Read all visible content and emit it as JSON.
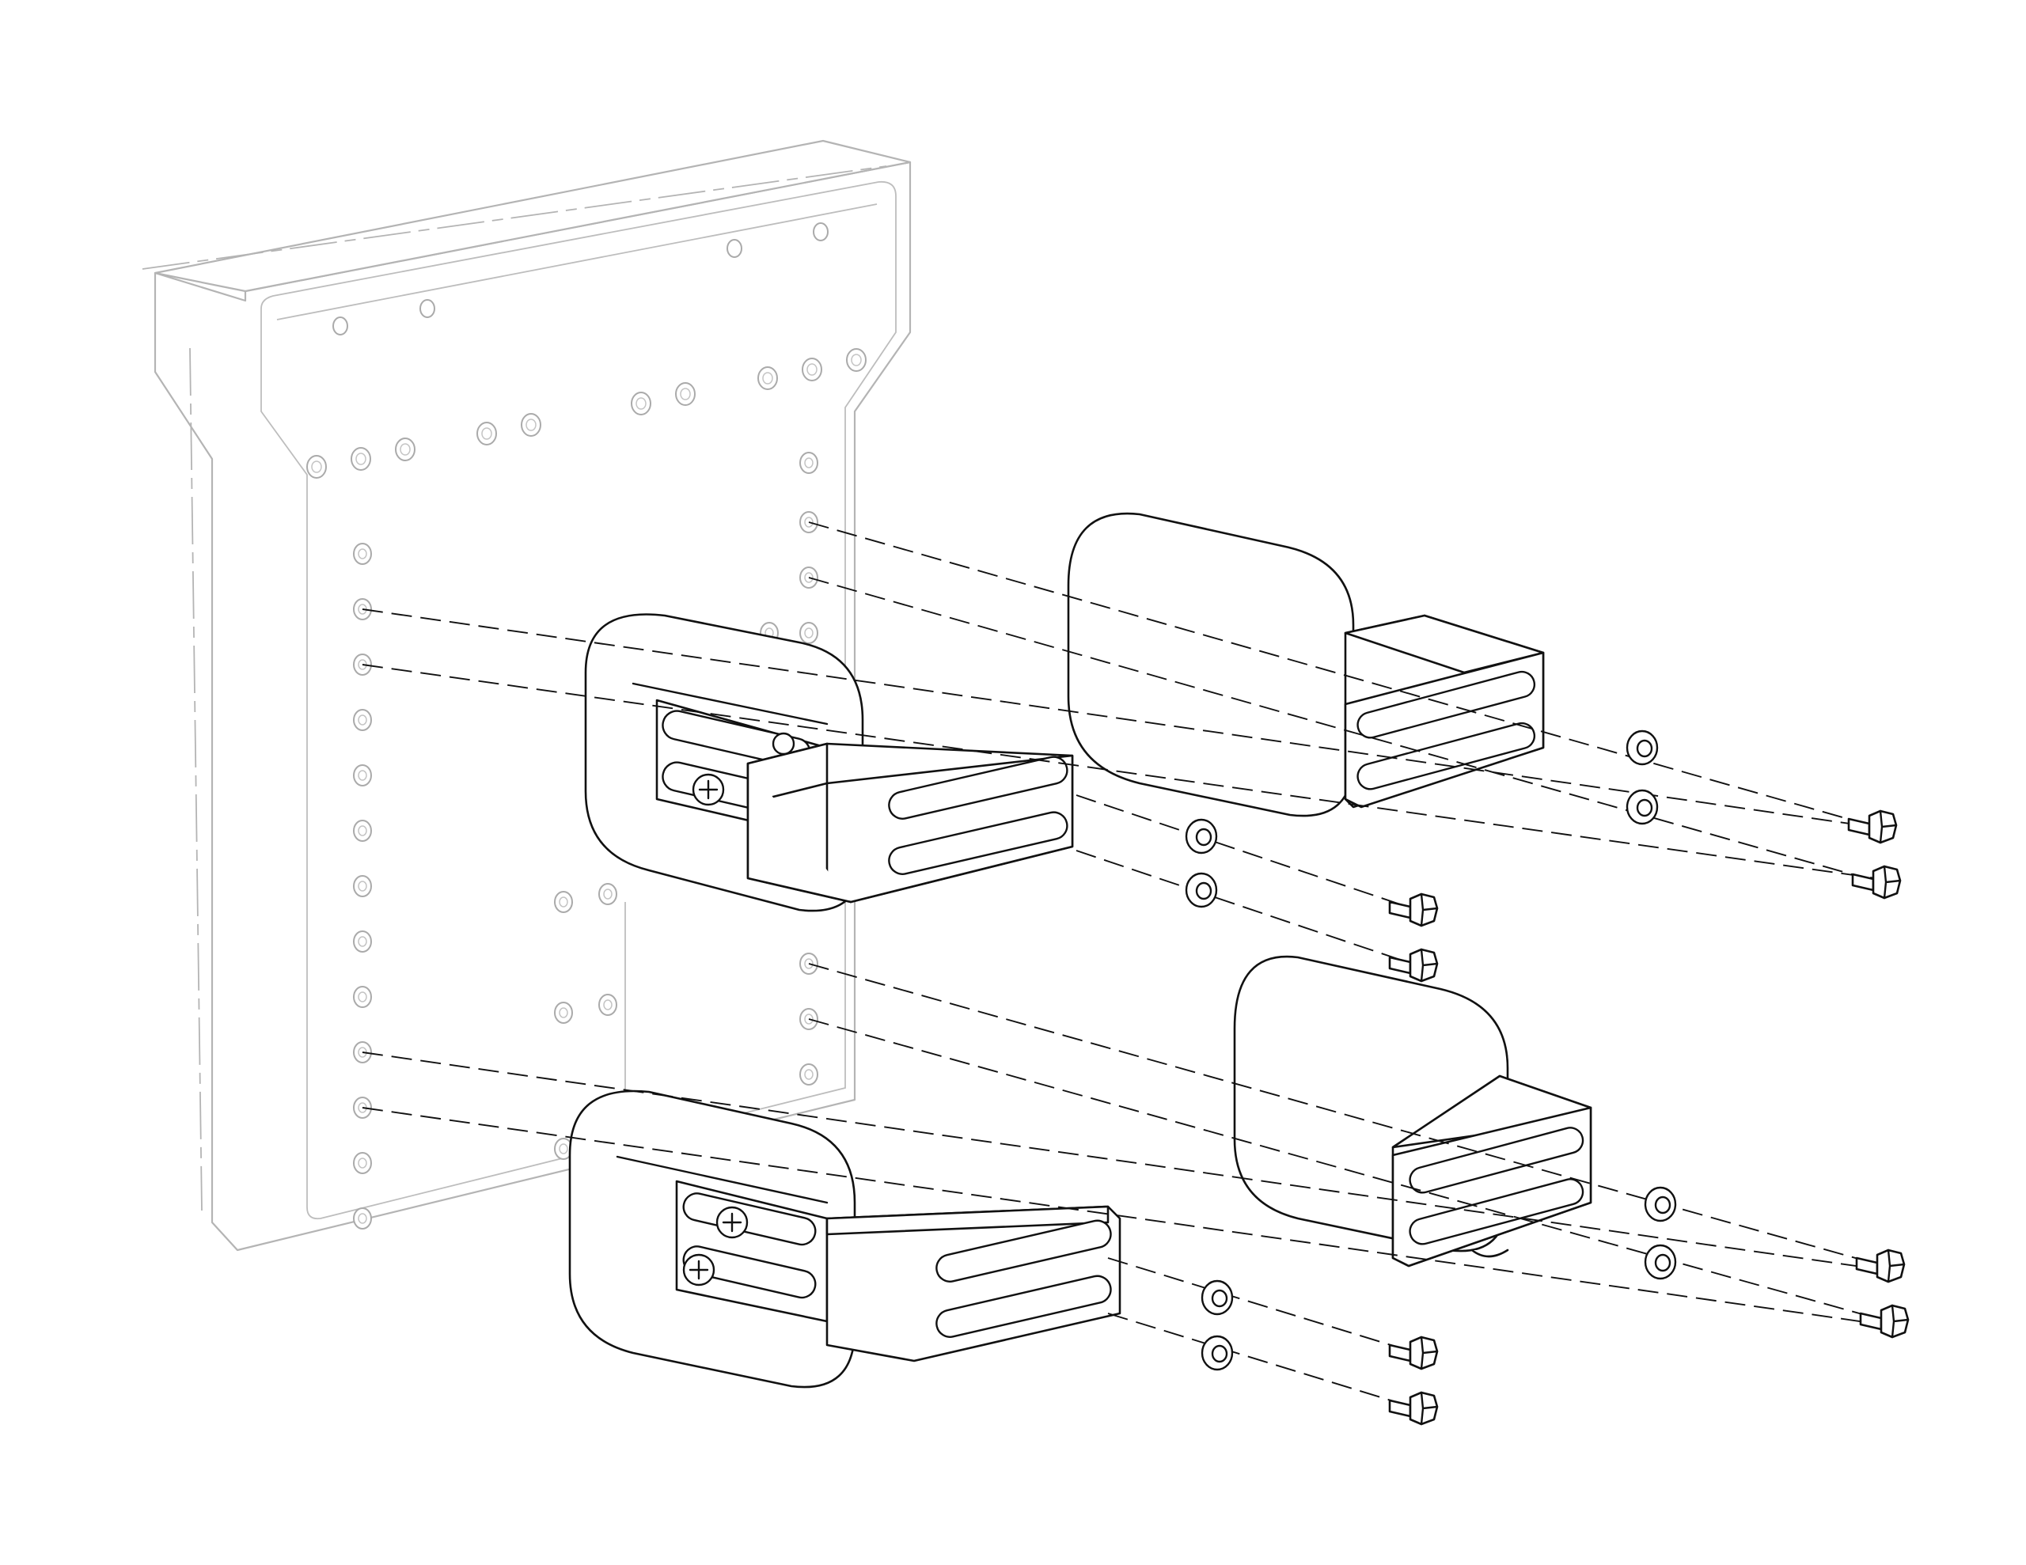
{
  "diagram": {
    "type": "exploded-assembly",
    "colors": {
      "line": "#111111",
      "ghost": "#b4b4b4",
      "background": "#ffffff"
    },
    "parts": [
      {
        "name": "mounting-plate",
        "style": "ghost"
      },
      {
        "name": "bracket-upper-left"
      },
      {
        "name": "bracket-upper-right"
      },
      {
        "name": "bracket-lower-left"
      },
      {
        "name": "bracket-lower-right"
      }
    ],
    "fastener_sets": 4,
    "fasteners_per_set": 2
  }
}
